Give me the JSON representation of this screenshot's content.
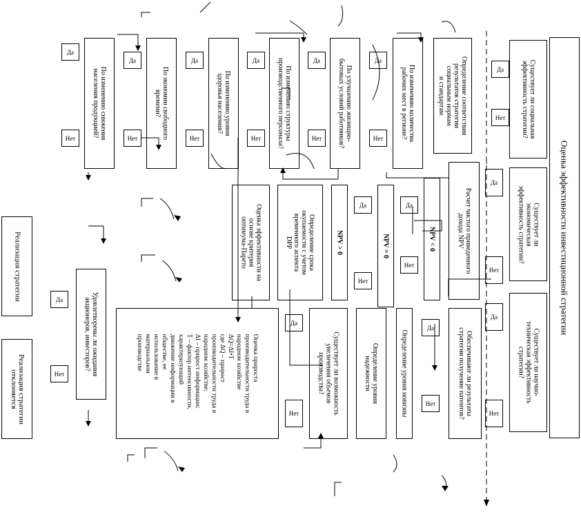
{
  "title": "Оценка эффективности инвестиционной стратегии",
  "yes": "Да",
  "no": "Нет",
  "top_row": {
    "q_social": "Существует ли социальная\nэффективность стратегии?",
    "social_norms": "Определение соответствия\nрезультатов стратегии\nсоциальным нормам\nи стандартам",
    "jobs": "По изменению количества\nрабочих мест в регионе?",
    "housing": "По улучшению жилищно-\nбытовых условий работников?",
    "structure": "По изменению структуры\nпроизводственного персонала?",
    "health": "По изменению уровня\nздоровья населения?",
    "free_time": "По экономии свободного\nвремени?",
    "goods": "По изменению снижения\nнаселения продукцией?"
  },
  "middle_row": {
    "q_economic": "Существует ли\nэкономическая\nэффективность стратегии?",
    "npv_calc": "Расчет чистого приведенного\nдохода NPV",
    "npv_neg": "NPV < 0",
    "npv_zero": "NPV = 0",
    "npv_pos": "NPV > 0",
    "dpp": "Определение срока\nокупаемости с учетом\nвременного аспекта\nDPP",
    "pareto": "Оценка эффективности на\nоснове критерия\nоптимума-Парето"
  },
  "bottom_row": {
    "q_tech": "Существует ли научно-\nтехническая эффективность\nстратегии?",
    "q_patents": "Обеспечивают ли результаты\nстратегии получение патентов?",
    "novelty": "Определение уровня новизны",
    "reliability": "Определение уровня\nнадежности",
    "q_volume": "Существует ли возможность\nувеличения объемов\nпроизводства?",
    "labor": "Оценка прироста\nпроизводительности труда в\nнародном хозяйстве\nΔQ=ΔI•T\nгде ΔQ – прирост\nпроизводительности труда в\nнародном хозяйстве;\nΔI – прирост информации;\nT – фактор интенсивности,\nхарактеризующий\nдвижение информации в\nобществе, ее\nиспользование в\nматериальном\nпроизводстве"
  },
  "investors": "Удовлетворены ли ожидания\nакционеров, инвесторов?",
  "strategy_done": "Реализация стратегии",
  "strategy_rejected": "Реализация стратегии\nотклоняется"
}
